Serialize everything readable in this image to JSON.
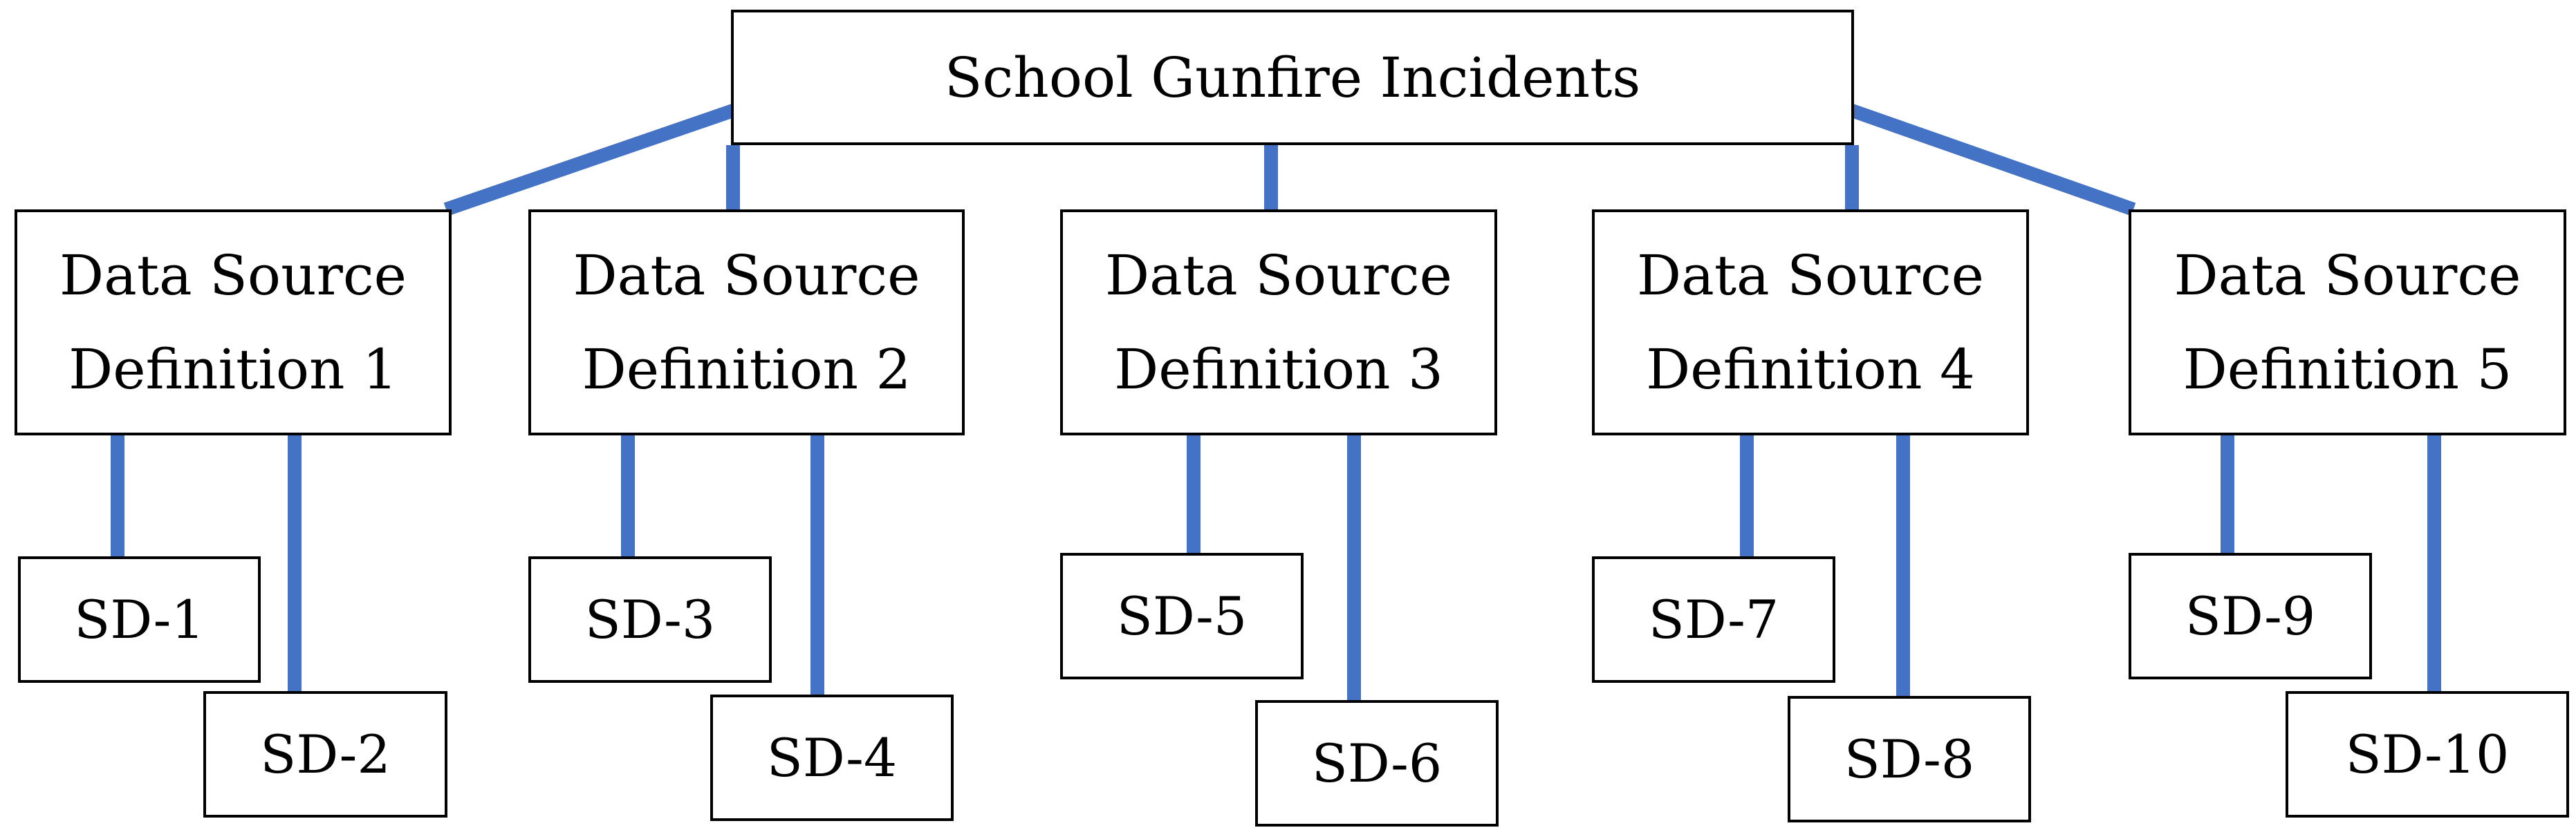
{
  "root": {
    "label": "School Gunfire Incidents"
  },
  "definitions": [
    {
      "label": "Data Source\nDefinition 1"
    },
    {
      "label": "Data Source\nDefinition 2"
    },
    {
      "label": "Data Source\nDefinition 3"
    },
    {
      "label": "Data Source\nDefinition 4"
    },
    {
      "label": "Data Source\nDefinition 5"
    }
  ],
  "sources": [
    {
      "label": "SD-1"
    },
    {
      "label": "SD-2"
    },
    {
      "label": "SD-3"
    },
    {
      "label": "SD-4"
    },
    {
      "label": "SD-5"
    },
    {
      "label": "SD-6"
    },
    {
      "label": "SD-7"
    },
    {
      "label": "SD-8"
    },
    {
      "label": "SD-9"
    },
    {
      "label": "SD-10"
    }
  ],
  "colors": {
    "connector": "#4472C4",
    "box_border": "#000000",
    "box_fill": "#FFFFFF",
    "text": "#000000"
  }
}
